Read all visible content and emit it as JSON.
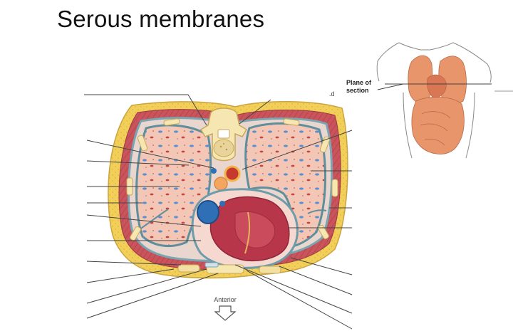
{
  "title": "Serous membranes",
  "inset": {
    "plane_label_line1": "Plane of",
    "plane_label_line2": "section",
    "stray_mark": ".d"
  },
  "orientation_label": "Anterior",
  "colors": {
    "skin": "#f0cd55",
    "muscle": "#c7525a",
    "lung": "#f4c3b3",
    "pleura": "#6e9ca8",
    "heart": "#b8364a",
    "blood_blue": "#2f6fb6",
    "organ_inset": "#e8956b"
  }
}
